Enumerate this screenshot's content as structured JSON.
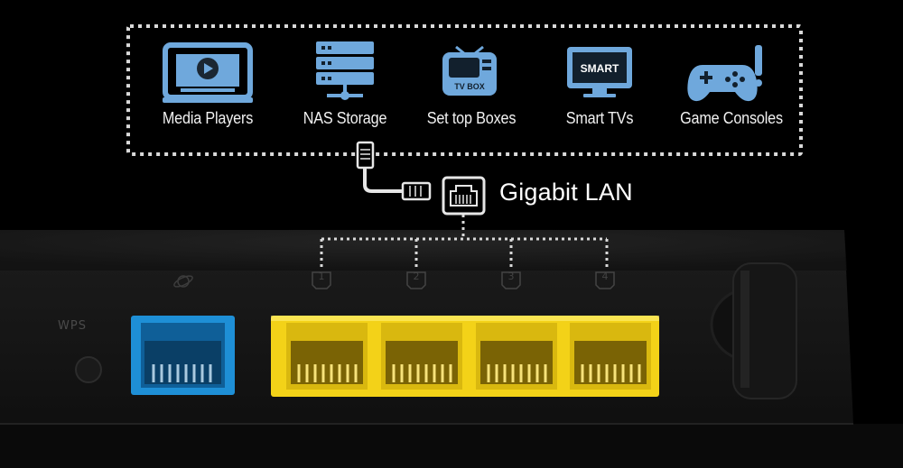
{
  "devices": [
    {
      "label": "Media Players",
      "icon": "media-player-icon"
    },
    {
      "label": "NAS Storage",
      "icon": "nas-storage-icon"
    },
    {
      "label": "Set top Boxes",
      "icon": "tv-box-icon",
      "icon_text": "TV BOX"
    },
    {
      "label": "Smart TVs",
      "icon": "smart-tv-icon",
      "icon_text": "SMART"
    },
    {
      "label": "Game Consoles",
      "icon": "game-controller-icon"
    }
  ],
  "connection": {
    "label": "Gigabit LAN",
    "icon": "ethernet-port-icon",
    "cable_icon": "ethernet-cable-icon"
  },
  "router": {
    "wps_label": "WPS",
    "wan_icon": "globe-icon",
    "lan_ports": [
      "1",
      "2",
      "3",
      "4"
    ]
  },
  "colors": {
    "icon_blue": "#6fa8dc",
    "wan_port": "#1e8fd6",
    "lan_port": "#f3d218",
    "text": "#ffffff",
    "dotted_line": "#d9d9d9"
  }
}
